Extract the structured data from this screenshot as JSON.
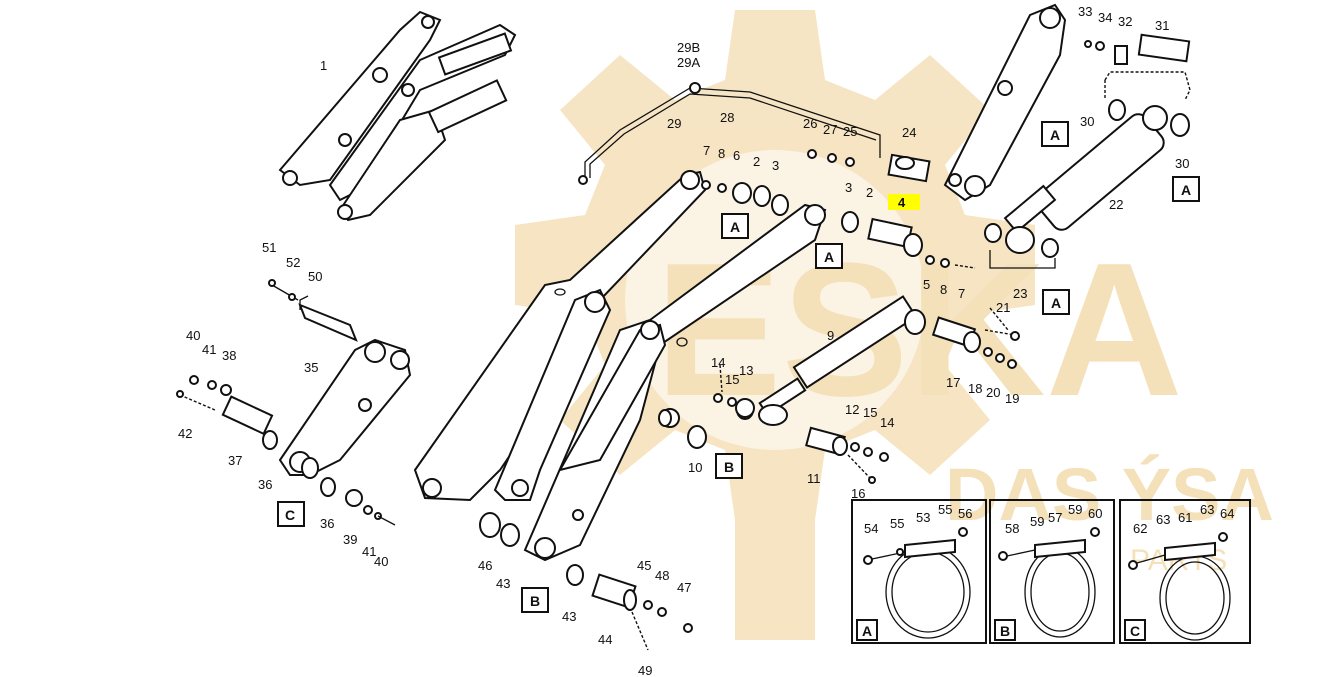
{
  "watermark": {
    "brand_large": "ESKA",
    "brand_small": "DAS ÝSA",
    "brand_sub": "PARTS",
    "color": "#f3dcb0"
  },
  "highlight": {
    "part": "4",
    "color": "#ffff00"
  },
  "labels": {
    "l1": "1",
    "l29b": "29B",
    "l29a": "29A",
    "l29": "29",
    "l28": "28",
    "l33": "33",
    "l34": "34",
    "l32": "32",
    "l31": "31",
    "l30a": "30",
    "l30b": "30",
    "l26": "26",
    "l27": "27",
    "l25": "25",
    "l24": "24",
    "l7a": "7",
    "l8a": "8",
    "l6": "6",
    "l2a": "2",
    "l3a": "3",
    "l3b": "3",
    "l2b": "2",
    "l4": "4",
    "l22": "22",
    "l23": "23",
    "l5": "5",
    "l8b": "8",
    "l7b": "7",
    "l51": "51",
    "l52": "52",
    "l50": "50",
    "l40a": "40",
    "l41a": "41",
    "l38": "38",
    "l35": "35",
    "l42": "42",
    "l37": "37",
    "l36a": "36",
    "l36b": "36",
    "l39": "39",
    "l41b": "41",
    "l40b": "40",
    "l21": "21",
    "l9": "9",
    "l17": "17",
    "l18": "18",
    "l20": "20",
    "l19": "19",
    "l14a": "14",
    "l15a": "15",
    "l13": "13",
    "l12": "12",
    "l15b": "15",
    "l14b": "14",
    "l10": "10",
    "l11": "11",
    "l16": "16",
    "l46": "46",
    "l43a": "43",
    "l43b": "43",
    "l45": "45",
    "l48": "48",
    "l47": "47",
    "l44": "44",
    "l49": "49",
    "l54": "54",
    "l55a": "55",
    "l53": "53",
    "l55b": "55",
    "l56": "56",
    "l58": "58",
    "l59a": "59",
    "l57": "57",
    "l59b": "59",
    "l60": "60",
    "l62": "62",
    "l63a": "63",
    "l61": "61",
    "l63b": "63",
    "l64": "64"
  },
  "ref_boxes": {
    "a1": "A",
    "a2": "A",
    "a3": "A",
    "a4": "A",
    "a5": "A",
    "b1": "B",
    "b2": "B",
    "c1": "C",
    "detail_a": "A",
    "detail_b": "B",
    "detail_c": "C"
  }
}
